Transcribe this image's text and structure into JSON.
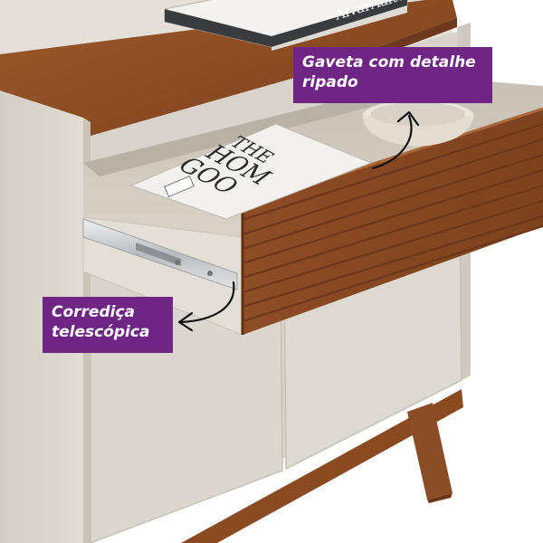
{
  "callouts": {
    "drawer": {
      "line1": "Gaveta com detalhe",
      "line2": "ripado"
    },
    "slide": {
      "line1": "Corrediça",
      "line2": "telescópica"
    }
  },
  "book_spine_text": "AlvarAalto",
  "magazine_text": {
    "line1": "THE",
    "line2": "HOM",
    "line3": "GOO"
  },
  "colors": {
    "callout_bg": "#6e2584",
    "callout_text": "#ffffff",
    "cabinet_off_white": "#ddd8cf",
    "wood": "#8a4b23"
  }
}
